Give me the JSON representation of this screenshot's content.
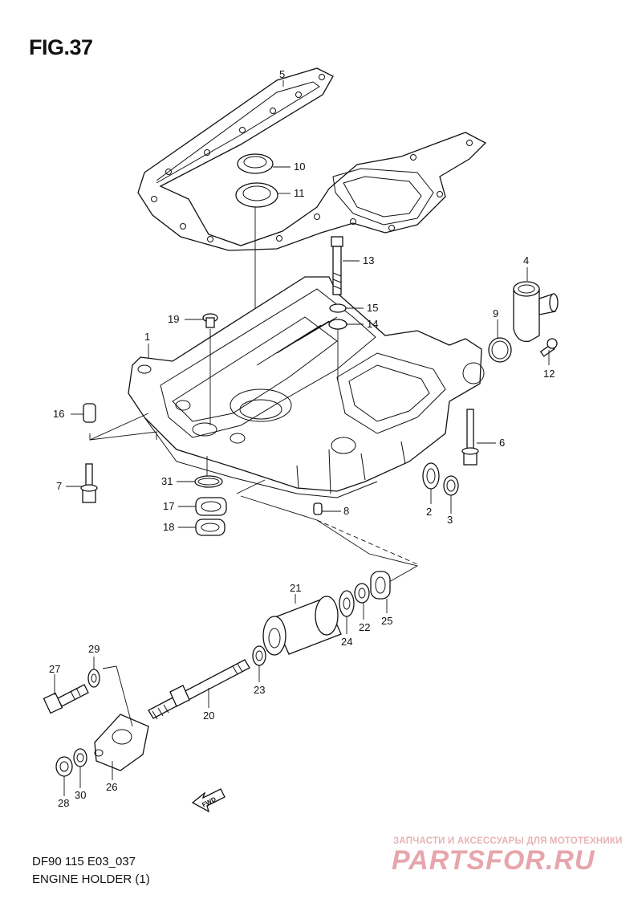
{
  "figure": {
    "title": "FIG.37",
    "code": "DF90 115 E03_037",
    "name": "ENGINE HOLDER (1)"
  },
  "fwd_label": "FWD",
  "watermark": {
    "line1": "ЗАПЧАСТИ И АКСЕССУАРЫ ДЛЯ МОТОТЕХНИКИ",
    "line2": "PARTSFOR.RU",
    "color": "#e7a5ac"
  },
  "callouts": [
    "1",
    "2",
    "3",
    "4",
    "5",
    "6",
    "7",
    "8",
    "9",
    "10",
    "11",
    "12",
    "13",
    "14",
    "15",
    "16",
    "17",
    "18",
    "19",
    "20",
    "21",
    "22",
    "23",
    "24",
    "25",
    "26",
    "27",
    "28",
    "29",
    "30",
    "31"
  ]
}
